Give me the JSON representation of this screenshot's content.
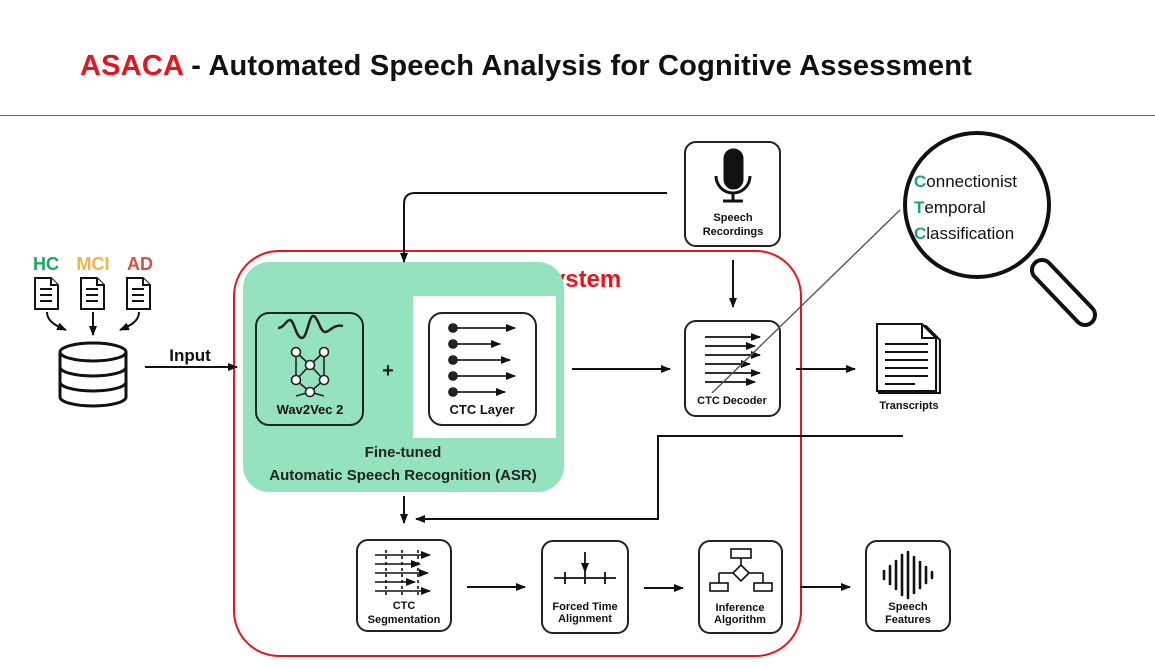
{
  "title": {
    "acronym": "ASACA",
    "rest": " - Automated Speech Analysis for Cognitive Assessment"
  },
  "system": {
    "label": "ASACA System",
    "border_color": "#e8141c"
  },
  "inputs": {
    "classes": [
      {
        "label": "HC",
        "color": "#1aa860"
      },
      {
        "label": "MCI",
        "color": "#f2b34a"
      },
      {
        "label": "AD",
        "color": "#e44a3c"
      }
    ],
    "arrow_label": "Input"
  },
  "asr": {
    "wav2vec_label": "Wav2Vec 2",
    "ctc_layer_label": "CTC Layer",
    "plus": "+",
    "caption_line1": "Fine-tuned",
    "caption_line2": "Automatic Speech Recognition (ASR)",
    "bg_color": "#95e2bf"
  },
  "nodes": {
    "speech_recordings": [
      "Speech",
      "Recordings"
    ],
    "ctc_decoder": [
      "CTC Decoder"
    ],
    "transcripts": [
      "Transcripts"
    ],
    "ctc_segmentation": [
      "CTC",
      "Segmentation"
    ],
    "forced_time_alignment": [
      "Forced Time",
      "Alignment"
    ],
    "inference_algorithm": [
      "Inference",
      "Algorithm"
    ],
    "speech_features": [
      "Speech",
      "Features"
    ]
  },
  "magnifier": {
    "lines": [
      {
        "initial": "C",
        "rest": "onnectionist"
      },
      {
        "initial": "T",
        "rest": "emporal"
      },
      {
        "initial": "C",
        "rest": "lassification"
      }
    ],
    "initial_color": "#1aa860"
  }
}
